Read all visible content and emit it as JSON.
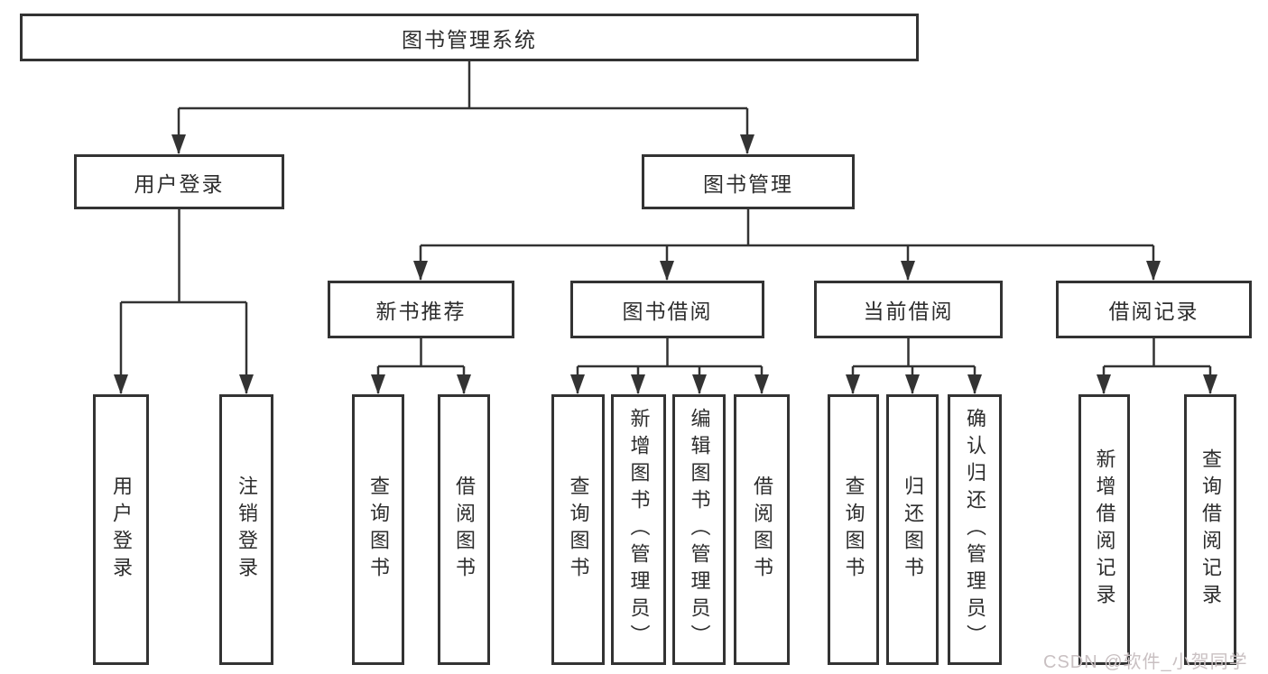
{
  "tree": {
    "label": "图书管理系统",
    "children": [
      {
        "label": "用户登录",
        "children": [
          {
            "label": "用户登录"
          },
          {
            "label": "注销登录"
          }
        ]
      },
      {
        "label": "图书管理",
        "children": [
          {
            "label": "新书推荐",
            "children": [
              {
                "label": "查询图书"
              },
              {
                "label": "借阅图书"
              }
            ]
          },
          {
            "label": "图书借阅",
            "children": [
              {
                "label": "查询图书"
              },
              {
                "label": "新增图书（管理员）"
              },
              {
                "label": "编辑图书（管理员）"
              },
              {
                "label": "借阅图书"
              }
            ]
          },
          {
            "label": "当前借阅",
            "children": [
              {
                "label": "查询图书"
              },
              {
                "label": "归还图书"
              },
              {
                "label": "确认归还（管理员）"
              }
            ]
          },
          {
            "label": "借阅记录",
            "children": [
              {
                "label": "新增借阅记录"
              },
              {
                "label": "查询借阅记录"
              }
            ]
          }
        ]
      }
    ]
  },
  "watermark": "CSDN @软件_小贺同学",
  "colors": {
    "line": "#333333",
    "text": "#2d2d2d",
    "watermark": "#c9c0c2",
    "background": "#ffffff"
  }
}
